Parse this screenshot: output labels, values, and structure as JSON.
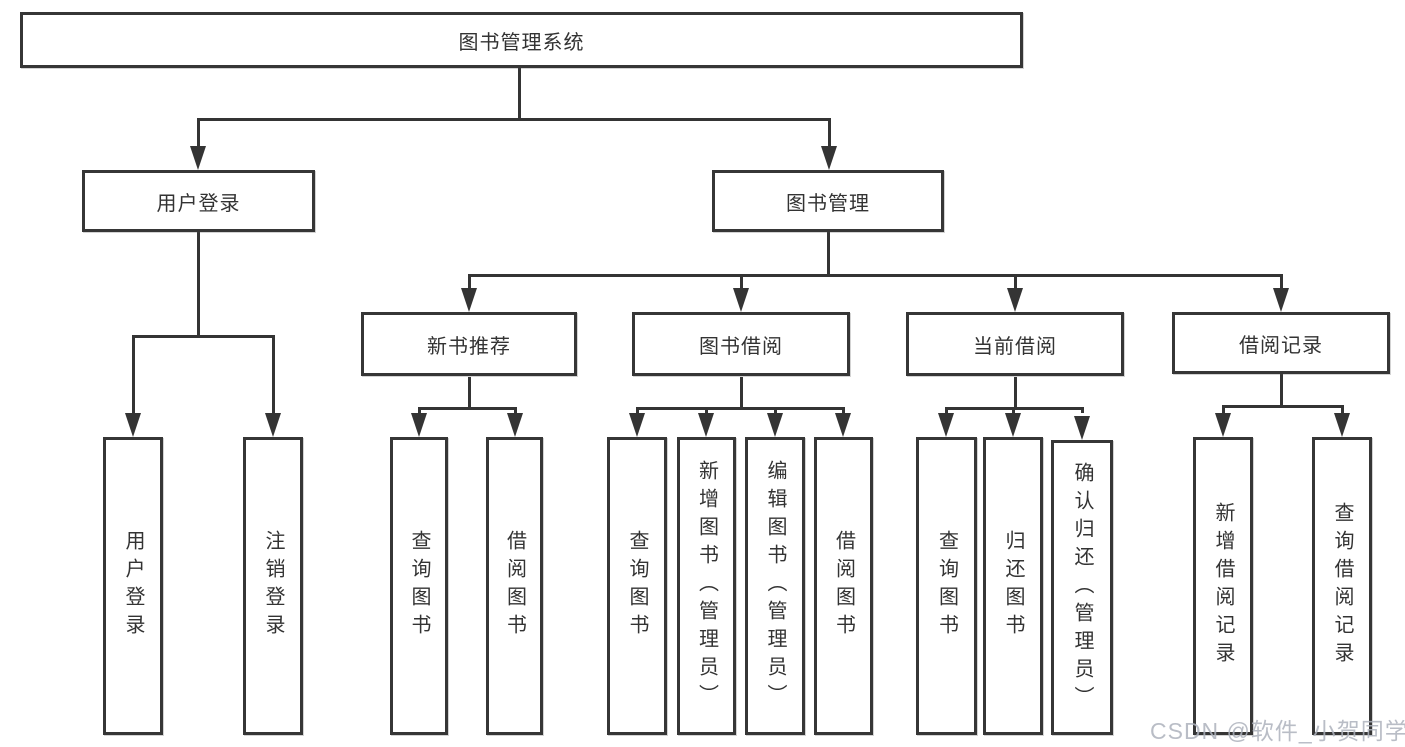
{
  "diagram": {
    "root": {
      "label": "图书管理系统"
    },
    "level2": [
      {
        "label": "用户登录"
      },
      {
        "label": "图书管理"
      }
    ],
    "level3": [
      {
        "label": "新书推荐",
        "parent": "图书管理"
      },
      {
        "label": "图书借阅",
        "parent": "图书管理"
      },
      {
        "label": "当前借阅",
        "parent": "图书管理"
      },
      {
        "label": "借阅记录",
        "parent": "图书管理"
      }
    ],
    "leaves": [
      {
        "label": "用户登录",
        "parent": "用户登录"
      },
      {
        "label": "注销登录",
        "parent": "用户登录"
      },
      {
        "label": "查询图书",
        "parent": "新书推荐"
      },
      {
        "label": "借阅图书",
        "parent": "新书推荐"
      },
      {
        "label": "查询图书",
        "parent": "图书借阅"
      },
      {
        "label": "新增图书（管理员）",
        "parent": "图书借阅"
      },
      {
        "label": "编辑图书（管理员）",
        "parent": "图书借阅"
      },
      {
        "label": "借阅图书",
        "parent": "图书借阅"
      },
      {
        "label": "查询图书",
        "parent": "当前借阅"
      },
      {
        "label": "归还图书",
        "parent": "当前借阅"
      },
      {
        "label": "确认归还（管理员）",
        "parent": "当前借阅"
      },
      {
        "label": "新增借阅记录",
        "parent": "借阅记录"
      },
      {
        "label": "查询借阅记录",
        "parent": "借阅记录"
      }
    ]
  },
  "watermark": {
    "text": "CSDN @软件_小贺同学"
  },
  "colors": {
    "line": "#343434",
    "text": "#333333",
    "background": "#ffffff",
    "watermark": "#adb2bc"
  }
}
